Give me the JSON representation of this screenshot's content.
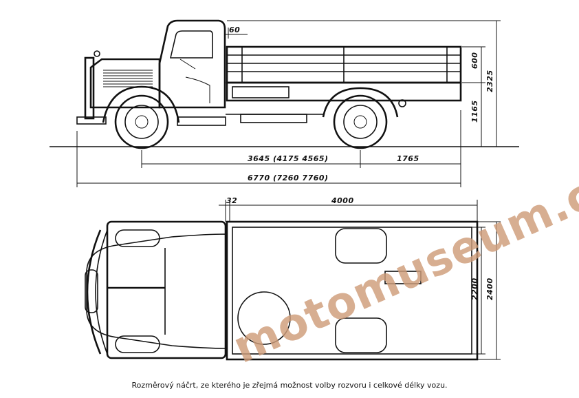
{
  "dimensions": {
    "cab_offset": "60",
    "side_height": "600",
    "total_height": "2325",
    "platform_height": "1165",
    "wheelbase": "3645 (4175  4565)",
    "rear_overhang": "1765",
    "total_length": "6770 (7260 7760)",
    "gap": "32",
    "platform_length": "4000",
    "inner_width": "2200",
    "outer_width": "2400"
  },
  "watermark": "motomuseum.cz",
  "caption": "Rozměrový náčrt, ze kterého je zřejmá možnost volby rozvoru i celkové délky vozu."
}
